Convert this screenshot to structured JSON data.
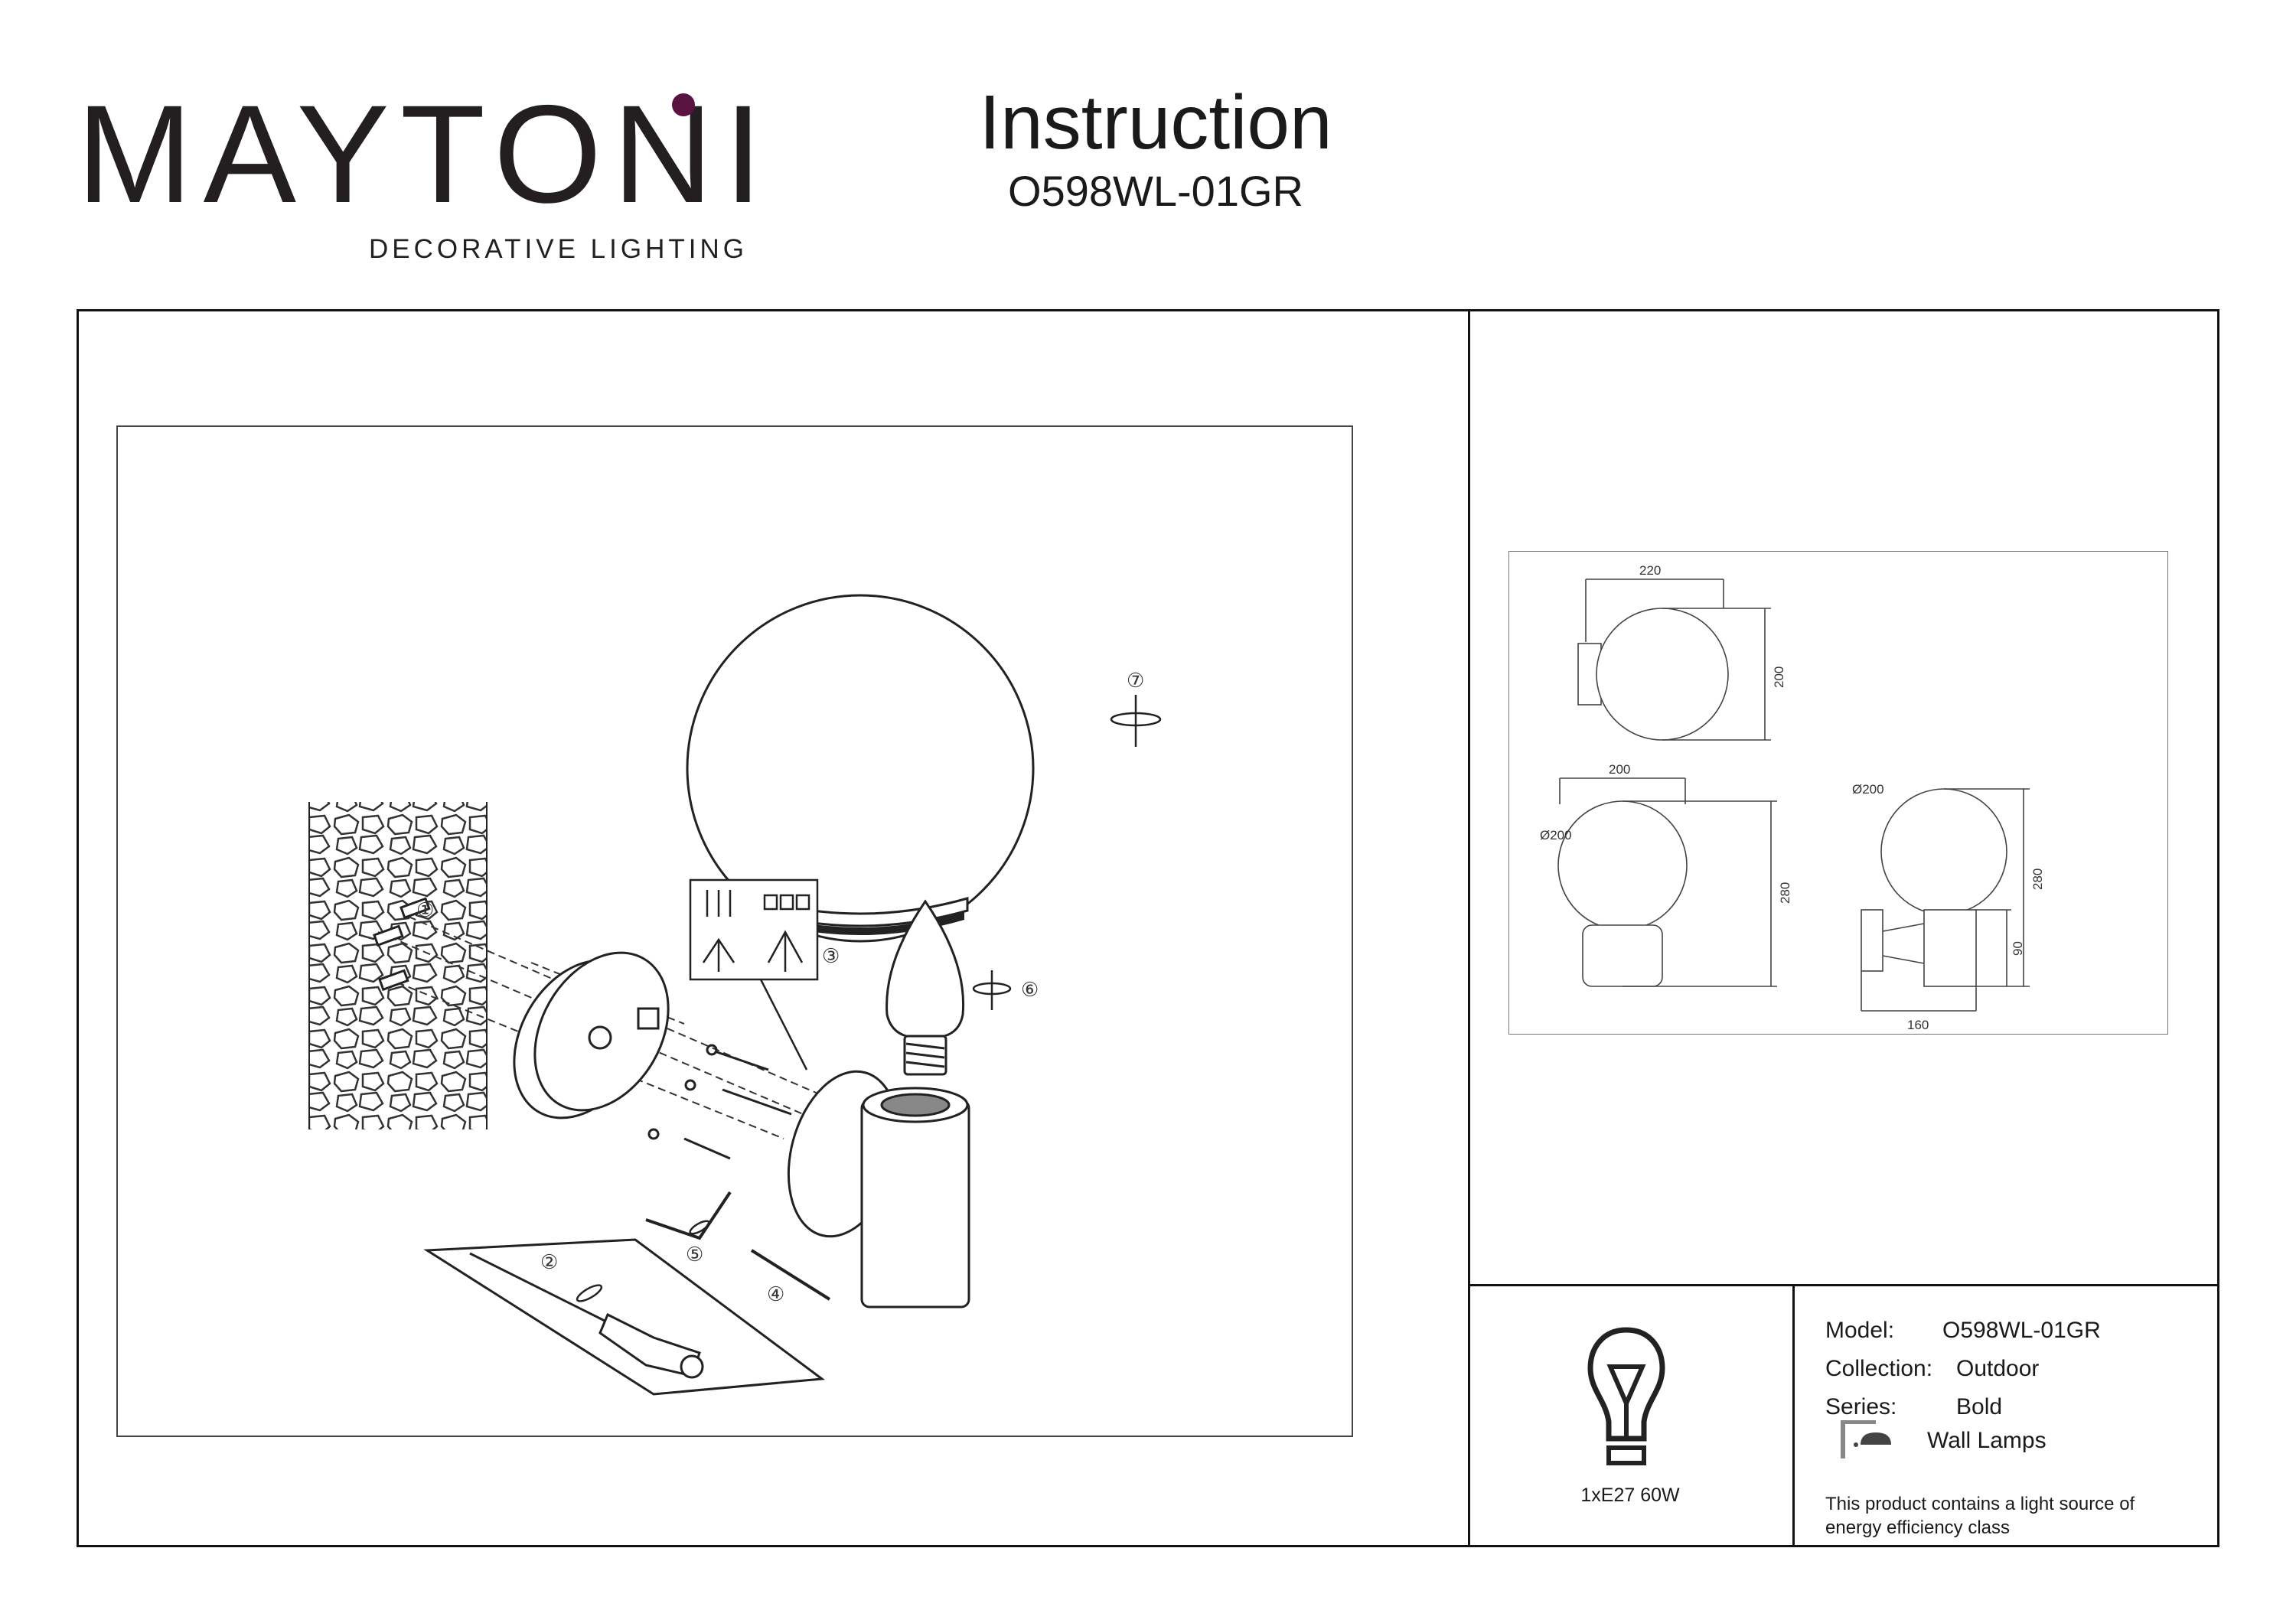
{
  "brand": {
    "name": "MAYTONI",
    "tagline": "DECORATIVE LIGHTING",
    "accent_color": "#5a1240"
  },
  "header": {
    "title": "Instruction",
    "model": "O598WL-01GR"
  },
  "assembly": {
    "steps": [
      "①",
      "②",
      "③",
      "④",
      "⑤",
      "⑥",
      "⑦"
    ]
  },
  "dimensions": {
    "side_view": {
      "width": "220",
      "height": "200"
    },
    "front_view": {
      "width": "200",
      "diameter": "Ø200",
      "height": "280"
    },
    "profile_view": {
      "diameter": "Ø200",
      "height": "280",
      "base_height": "90",
      "depth": "160"
    }
  },
  "bulb": {
    "icon": "light-bulb-icon",
    "label": "1xE27 60W"
  },
  "specs": {
    "model_label": "Model:",
    "model_value": "O598WL-01GR",
    "collection_label": "Collection:",
    "collection_value": "Outdoor",
    "series_label": "Series:",
    "series_value": "Bold",
    "type_icon": "wall-lamp-icon",
    "type_value": "Wall Lamps",
    "energy_note": "This product contains a light source of energy efficiency class"
  }
}
